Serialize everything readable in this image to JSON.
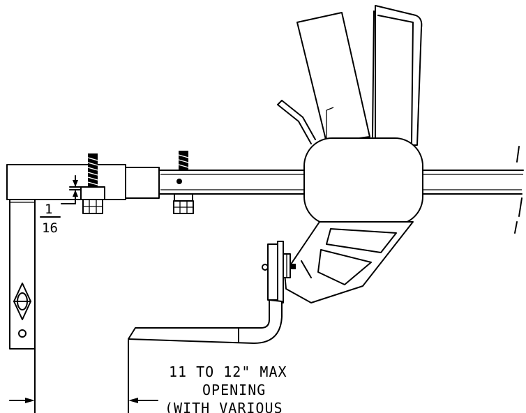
{
  "drawing": {
    "fraction": {
      "numerator": "1",
      "denominator": "16"
    },
    "note_lines": [
      "11 TO 12\" MAX",
      "OPENING",
      "(WITH VARIOUS"
    ]
  }
}
